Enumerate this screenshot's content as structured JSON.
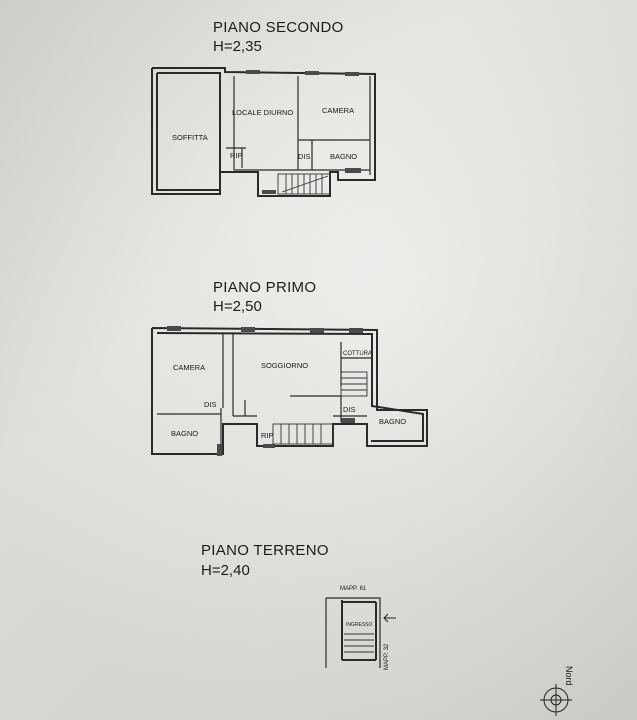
{
  "floors": {
    "secondo": {
      "title": "PIANO SECONDO",
      "height": "H=2,35",
      "rooms": {
        "soffitta": "SOFFITTA",
        "locale_diurno": "LOCALE DIURNO",
        "camera": "CAMERA",
        "rip": "RIP",
        "dis": "DIS",
        "bagno": "BAGNO"
      }
    },
    "primo": {
      "title": "PIANO PRIMO",
      "height": "H=2,50",
      "rooms": {
        "camera": "CAMERA",
        "soggiorno": "SOGGIORNO",
        "cottura": "COTTURA",
        "dis_left": "DIS",
        "dis_right": "DIS",
        "bagno_left": "BAGNO",
        "rip": "RIP",
        "bagno_right": "BAGNO"
      }
    },
    "terreno": {
      "title": "PIANO TERRENO",
      "height": "H=2,40",
      "labels": {
        "mapp_61": "MAPP. 61",
        "ingresso": "INGRESSO",
        "mapp_32": "MAPP. 32"
      }
    }
  },
  "north": {
    "label": "Nord",
    "icon": "compass-north-icon"
  }
}
